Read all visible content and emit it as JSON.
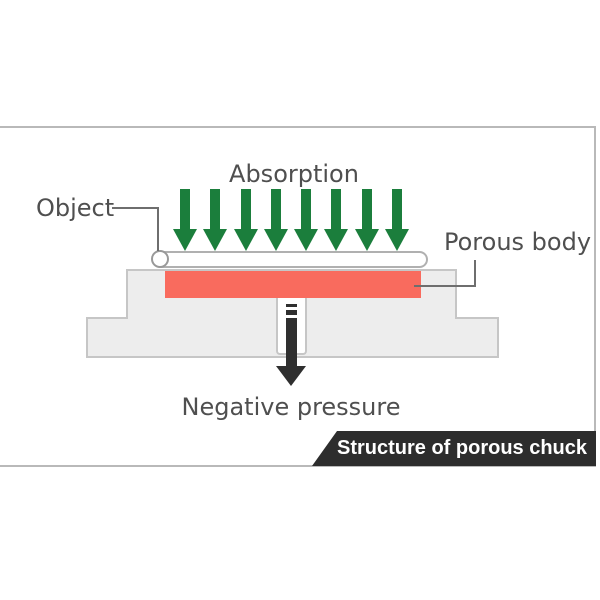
{
  "diagram": {
    "labels": {
      "absorption": "Absorption",
      "object": "Object",
      "porous_body": "Porous body",
      "negative_pressure": "Negative pressure"
    },
    "caption": "Structure of porous chuck",
    "absorption_arrows": {
      "count": 8,
      "direction": "down",
      "color": "#1b7e3c"
    },
    "negative_pressure_arrow": {
      "direction": "down",
      "style": "dashed-start",
      "color": "#2f2f2f"
    },
    "colors": {
      "porous_body_fill": "#f96b5e",
      "chuck_fill": "#ededed",
      "chuck_border": "#c6c6c6",
      "arrow_green": "#1b7e3c",
      "arrow_black": "#2f2f2f",
      "caption_bg": "#2d2d2d",
      "caption_text": "#ffffff",
      "label_text": "#4f4f4f",
      "leader_line": "#6e6e6e",
      "frame_border": "#b9b9b9"
    }
  }
}
